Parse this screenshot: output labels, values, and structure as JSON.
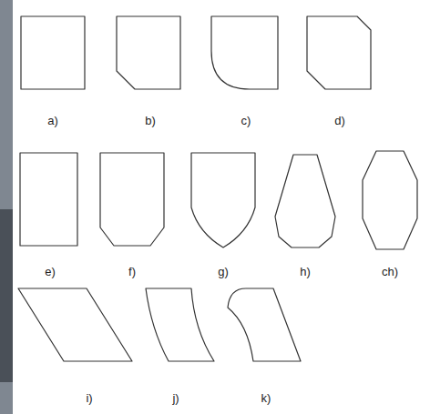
{
  "diagram": {
    "labels": [
      "a)",
      "b)",
      "c)",
      "d)",
      "e)",
      "f)",
      "g)",
      "h)",
      "ch)",
      "i)",
      "j)",
      "k)"
    ]
  }
}
